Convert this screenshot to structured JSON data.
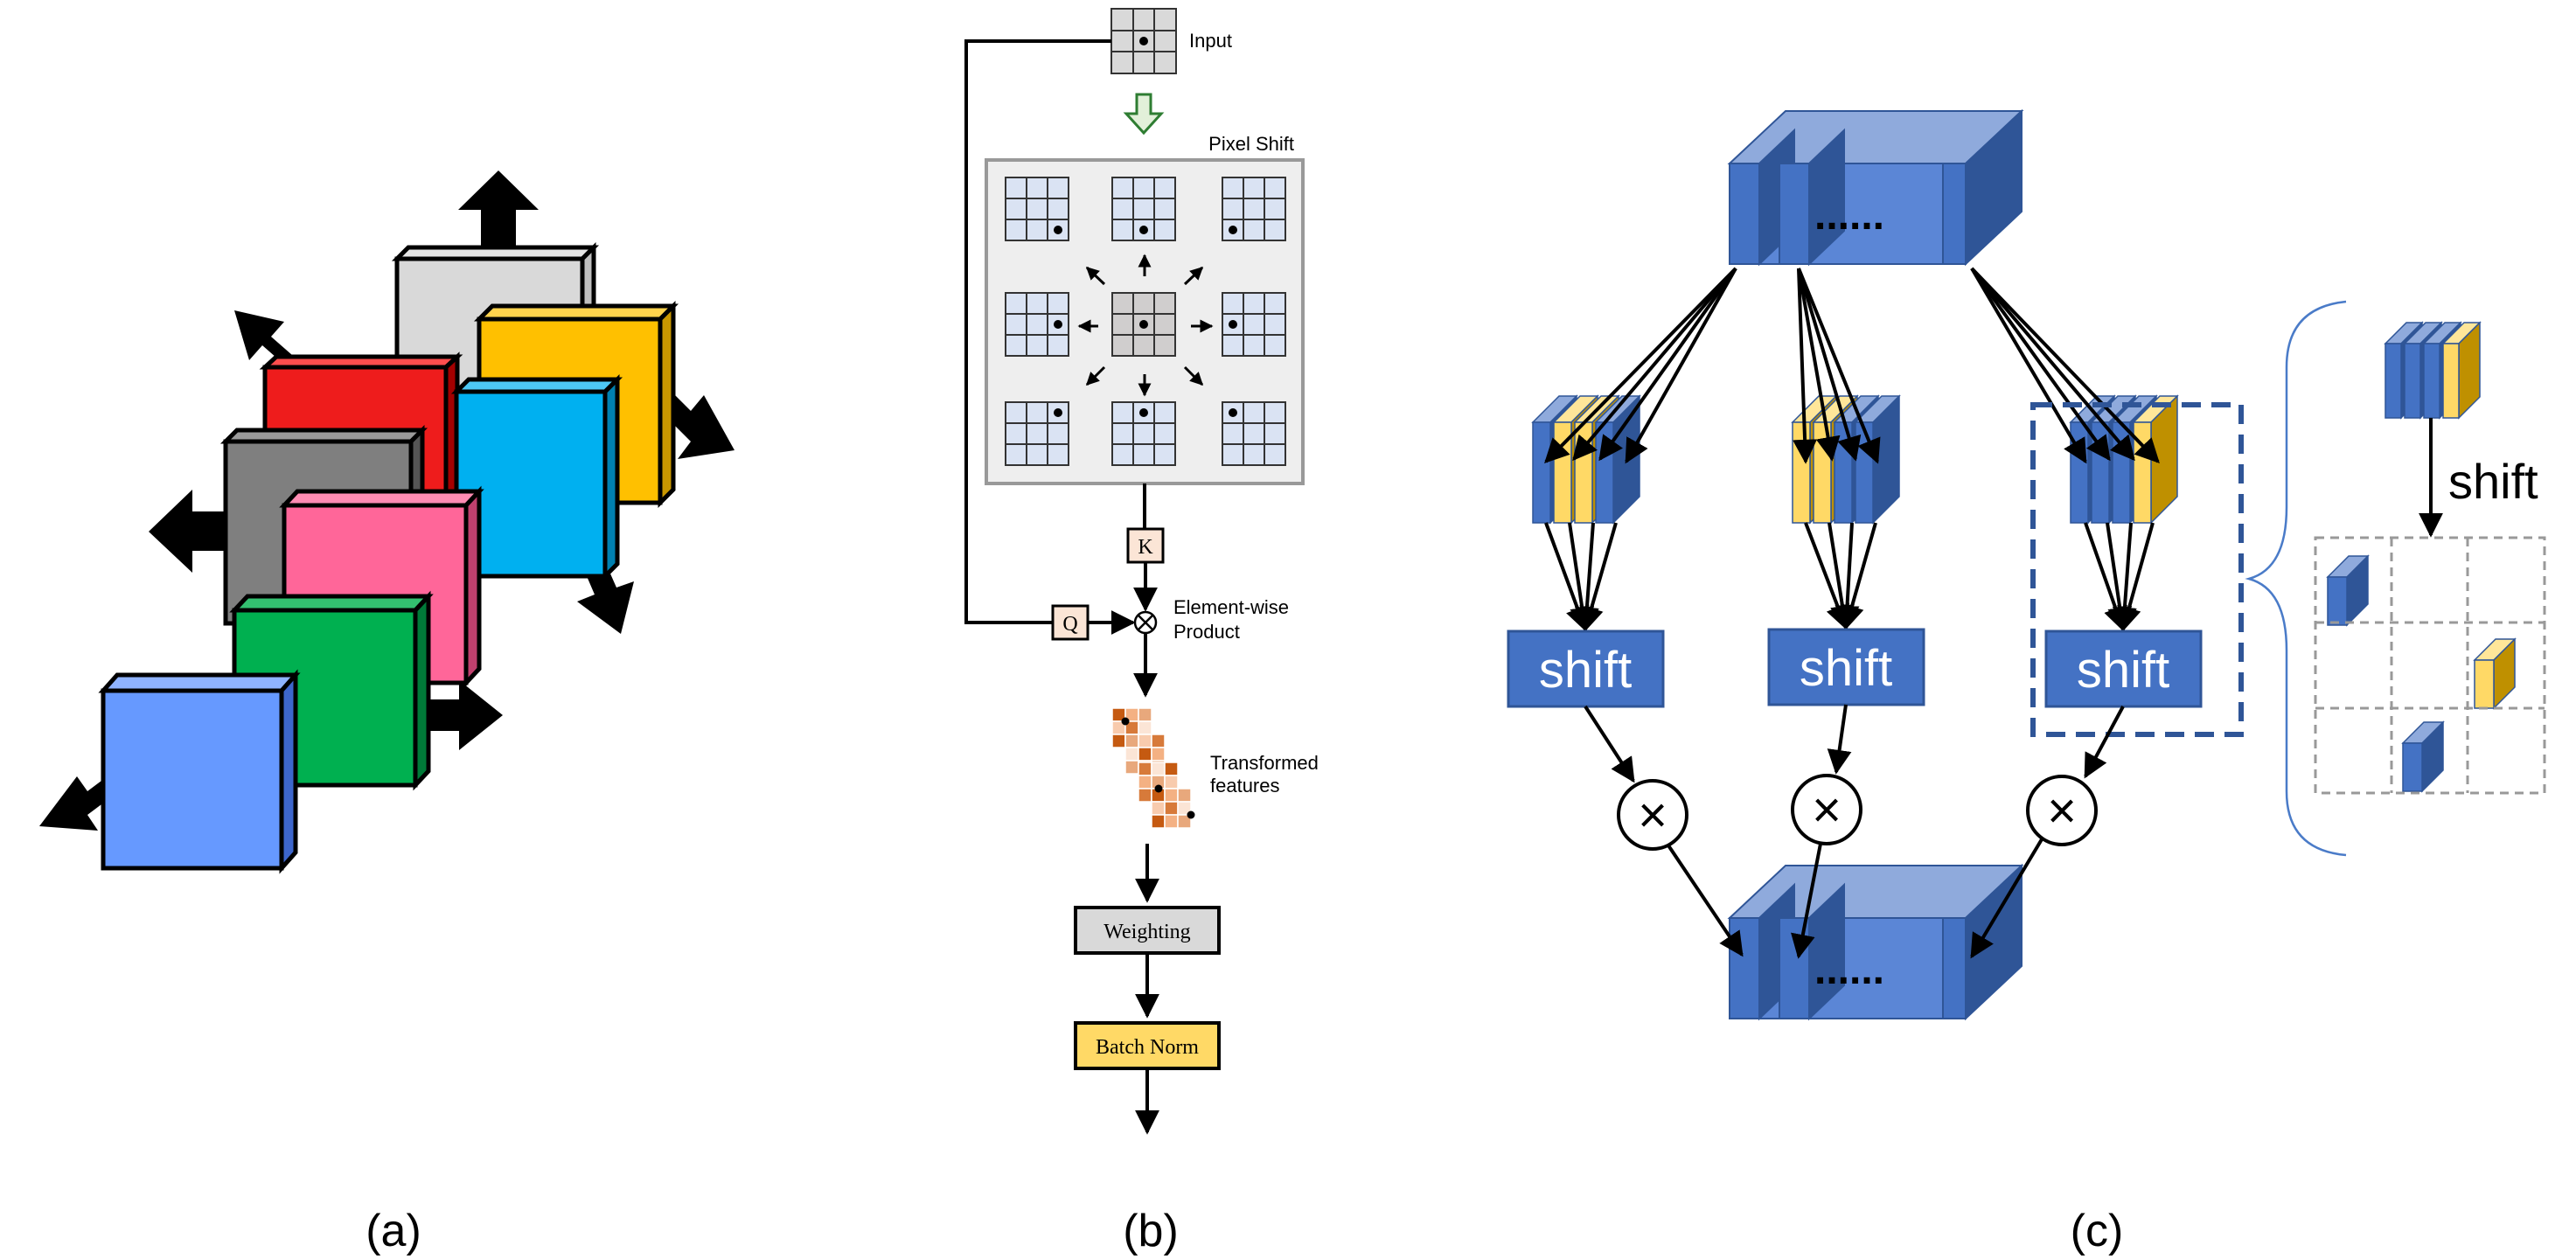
{
  "panel_a": {
    "label": "(a)",
    "colors": {
      "gray_top": "#d9d9d9",
      "yellow": "#ffc000",
      "red": "#ee1c1c",
      "cyan": "#00b0f0",
      "gray": "#7f7f7f",
      "pink": "#ff6699",
      "green": "#00b050",
      "blue": "#6699ff",
      "arrow": "#000000"
    }
  },
  "panel_b": {
    "label": "(b)",
    "input_label": "Input",
    "pixel_shift_label": "Pixel Shift",
    "k_label": "K",
    "q_label": "Q",
    "elementwise_line1": "Element-wise",
    "elementwise_line2": "Product",
    "transformed_line1": "Transformed",
    "transformed_line2": "features",
    "weighting_label": "Weighting",
    "batchnorm_label": "Batch Norm",
    "colors": {
      "grid_cell": "#dae3f3",
      "center_cell": "#d0cece",
      "panel_bg": "#eeeeee",
      "weighting_fill": "#d9d9d9",
      "batchnorm_fill": "#ffd966",
      "kq_fill": "#fbe5d6",
      "feature_dark": "#c55a11",
      "feature_light": "#f4b183"
    }
  },
  "panel_c": {
    "label": "(c)",
    "top_dots": "......",
    "bottom_dots": "......",
    "shift_labels": [
      "shift",
      "shift",
      "shift"
    ],
    "times_symbols": [
      "×",
      "×",
      "×"
    ],
    "zoom_shift_label": "shift",
    "colors": {
      "blue_front": "#4472c4",
      "blue_side": "#2f5597",
      "blue_top": "#8faadc",
      "yellow_front": "#ffd966",
      "yellow_side": "#bf9000",
      "shift_box": "#4472c4",
      "dashed": "#2f5597",
      "brace": "#4a7bc8"
    }
  }
}
